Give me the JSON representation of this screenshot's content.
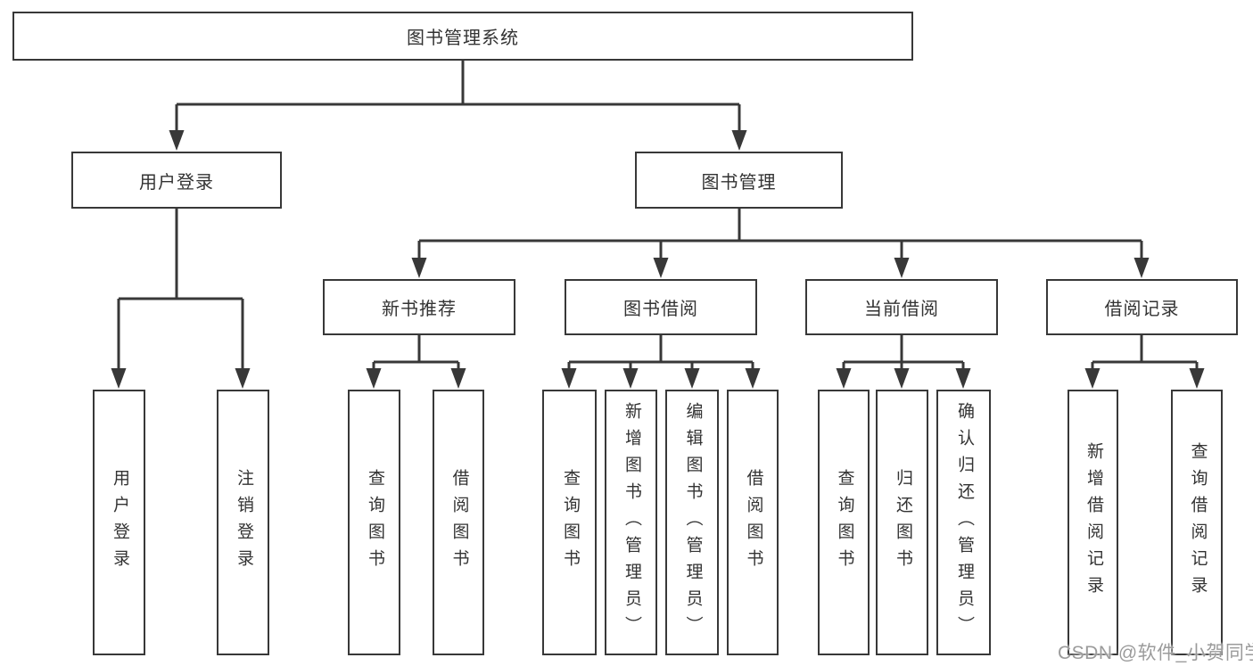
{
  "diagram_title": "图书管理系统",
  "tree": {
    "label": "图书管理系统",
    "children": [
      {
        "label": "用户登录",
        "children": [
          {
            "label": "用户登录"
          },
          {
            "label": "注销登录"
          }
        ]
      },
      {
        "label": "图书管理",
        "children": [
          {
            "label": "新书推荐",
            "children": [
              {
                "label": "查询图书"
              },
              {
                "label": "借阅图书"
              }
            ]
          },
          {
            "label": "图书借阅",
            "children": [
              {
                "label": "查询图书"
              },
              {
                "label": "新增图书（管理员）"
              },
              {
                "label": "编辑图书（管理员）"
              },
              {
                "label": "借阅图书"
              }
            ]
          },
          {
            "label": "当前借阅",
            "children": [
              {
                "label": "查询图书"
              },
              {
                "label": "归还图书"
              },
              {
                "label": "确认归还（管理员）"
              }
            ]
          },
          {
            "label": "借阅记录",
            "children": [
              {
                "label": "新增借阅记录"
              },
              {
                "label": "查询借阅记录"
              }
            ]
          }
        ]
      }
    ]
  },
  "watermark": {
    "text": "CSDN @软件_小贺同学"
  },
  "colors": {
    "line": "#383838",
    "box_border": "#383838",
    "text": "#333333",
    "watermark": "#9b9b9b",
    "background": "#ffffff"
  }
}
